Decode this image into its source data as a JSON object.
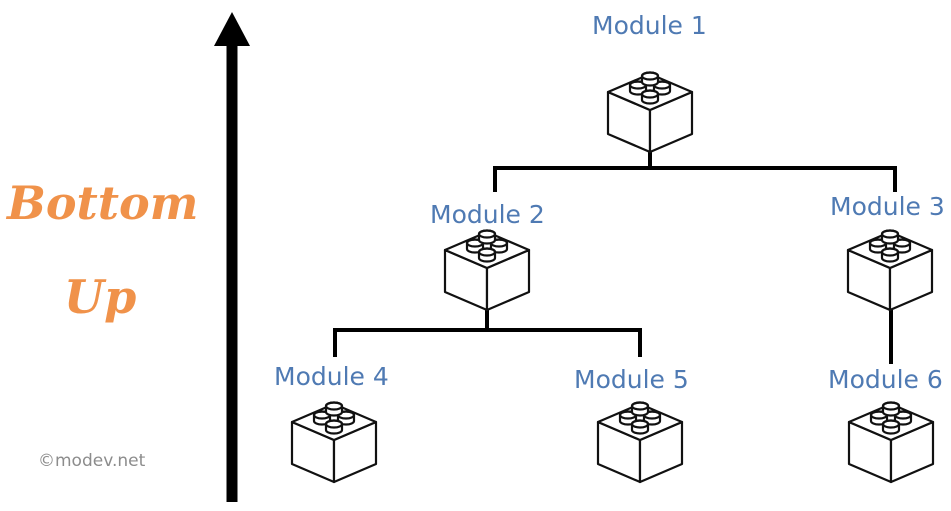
{
  "diagram": {
    "side_label": {
      "line1": "Bottom",
      "line2": "Up"
    },
    "watermark": "©modev.net",
    "modules": [
      {
        "id": "m1",
        "label": "Module 1",
        "level": 1
      },
      {
        "id": "m2",
        "label": "Module 2",
        "level": 2
      },
      {
        "id": "m3",
        "label": "Module 3",
        "level": 2
      },
      {
        "id": "m4",
        "label": "Module 4",
        "level": 3
      },
      {
        "id": "m5",
        "label": "Module 5",
        "level": 3
      },
      {
        "id": "m6",
        "label": "Module 6",
        "level": 3
      }
    ],
    "connections": [
      {
        "parent": "m1",
        "children": [
          "m2",
          "m3"
        ]
      },
      {
        "parent": "m2",
        "children": [
          "m4",
          "m5"
        ]
      },
      {
        "parent": "m3",
        "children": [
          "m6"
        ]
      }
    ],
    "arrow": {
      "direction": "up"
    },
    "colors": {
      "label": "#4f7ab3",
      "side_text": "#f0924a",
      "watermark": "#8c8c8c",
      "lines": "#000000",
      "arrow": "#000000"
    },
    "icon": "lego-brick-icon"
  }
}
